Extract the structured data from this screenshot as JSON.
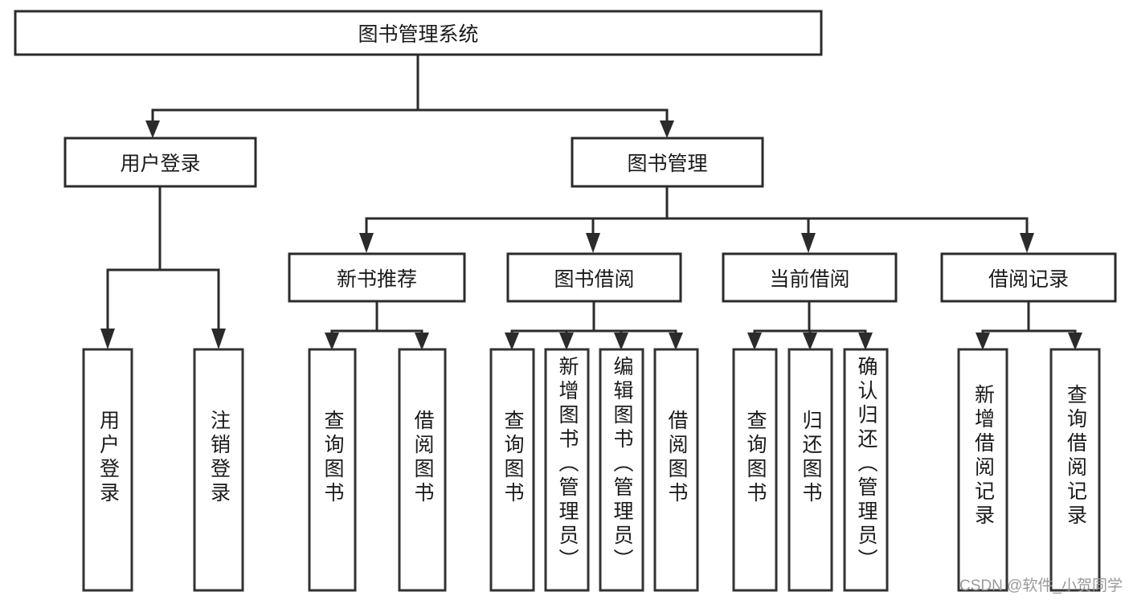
{
  "diagram": {
    "type": "tree-hierarchy",
    "title": "图书管理系统",
    "orientation": "top-down",
    "watermark": "CSDN @软件_小贺同学",
    "colors": {
      "box_fill": "#ffffff",
      "box_stroke": "#2b2b2b",
      "connector": "#2b2b2b",
      "text": "#1a1a1a",
      "watermark": "#9a9a9a",
      "background": "#ffffff"
    },
    "levels": {
      "root": "图书管理系统",
      "level2": [
        "用户登录",
        "图书管理"
      ],
      "level3": [
        "新书推荐",
        "图书借阅",
        "当前借阅",
        "借阅记录"
      ]
    },
    "nodes": {
      "root": {
        "label": "图书管理系统"
      },
      "user_login": {
        "label": "用户登录"
      },
      "book_manage": {
        "label": "图书管理"
      },
      "new_book_rec": {
        "label": "新书推荐"
      },
      "book_borrow": {
        "label": "图书借阅"
      },
      "current_borrow": {
        "label": "当前借阅"
      },
      "borrow_record": {
        "label": "借阅记录"
      }
    },
    "leaves": {
      "user_login": [
        {
          "label": "用户登录"
        },
        {
          "label": "注销登录"
        }
      ],
      "new_book_rec": [
        {
          "label": "查询图书"
        },
        {
          "label": "借阅图书"
        }
      ],
      "book_borrow": [
        {
          "label": "查询图书"
        },
        {
          "label": "新增图书（管理员）"
        },
        {
          "label": "编辑图书（管理员）"
        },
        {
          "label": "借阅图书"
        }
      ],
      "current_borrow": [
        {
          "label": "查询图书"
        },
        {
          "label": "归还图书"
        },
        {
          "label": "确认归还（管理员）"
        }
      ],
      "borrow_record": [
        {
          "label": "新增借阅记录"
        },
        {
          "label": "查询借阅记录"
        }
      ]
    }
  }
}
